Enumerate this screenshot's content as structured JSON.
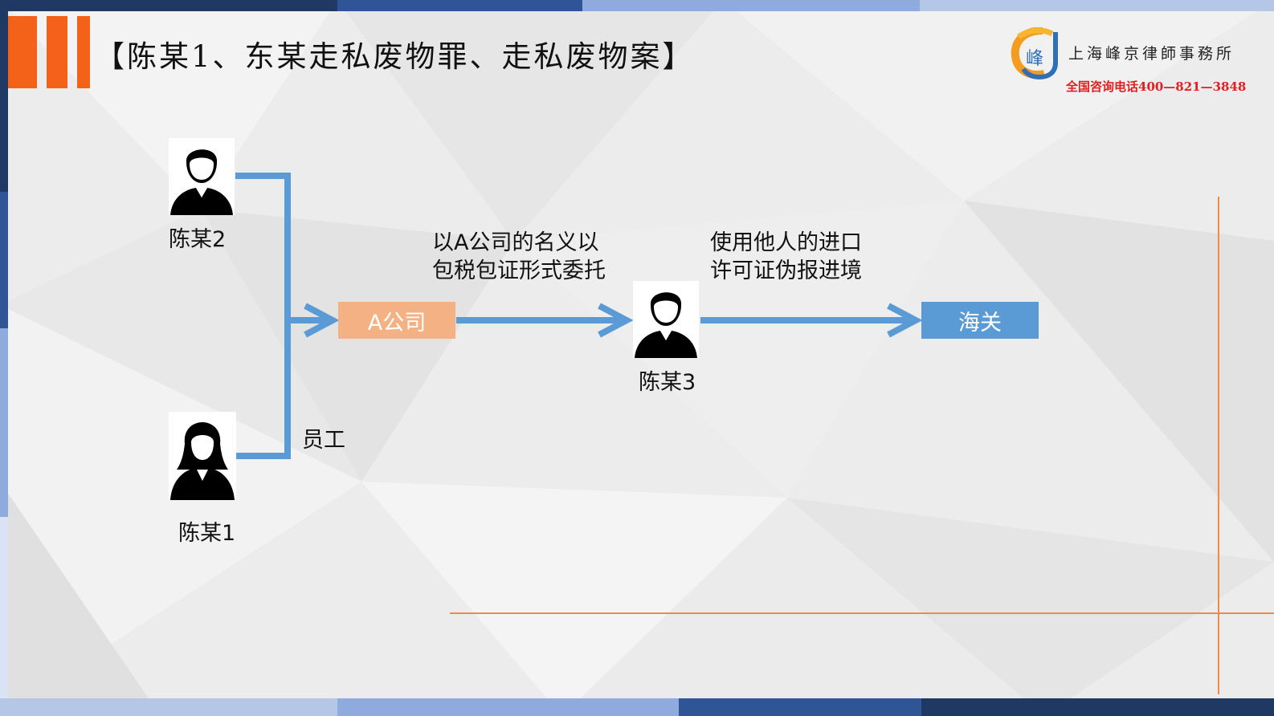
{
  "slide": {
    "title": "【陈某1、东某走私废物罪、走私废物案】",
    "logo": {
      "mark": "峰",
      "name": "上海峰京律師事務所",
      "phone": "全国咨询电话400—821—3848"
    },
    "colors": {
      "orange": "#f4621a",
      "blue": "#5b9bd5",
      "box_orange": "#f4b183",
      "box_blue": "#5b9bd5",
      "accent_line": "#f08a4b"
    }
  },
  "diagram": {
    "persons": [
      {
        "id": "chen2",
        "label": "陈某2",
        "icon": "male-person-icon"
      },
      {
        "id": "chen1",
        "label": "陈某1",
        "icon": "female-person-icon"
      },
      {
        "id": "chen3",
        "label": "陈某3",
        "icon": "male-person-icon"
      }
    ],
    "nodes": [
      {
        "id": "company_a",
        "label": "A公司"
      },
      {
        "id": "customs",
        "label": "海关"
      }
    ],
    "edge_labels": {
      "employee": "员工",
      "entrust": [
        "以A公司的名义以",
        "包税包证形式委托"
      ],
      "declare": [
        "使用他人的进口",
        "许可证伪报进境"
      ]
    }
  }
}
